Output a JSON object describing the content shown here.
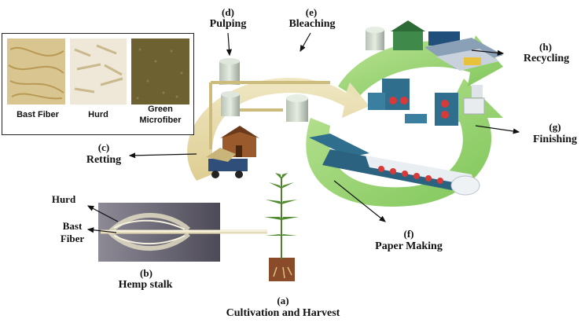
{
  "inset": {
    "labels": [
      "Bast Fiber",
      "Hurd",
      "Green",
      "Microfiber"
    ]
  },
  "stalk": {
    "hurd_label": "Hurd",
    "bast_label_1": "Bast",
    "bast_label_2": "Fiber"
  },
  "stages": {
    "a": {
      "letter": "(a)",
      "name": "Cultivation and Harvest"
    },
    "b": {
      "letter": "(b)",
      "name": "Hemp stalk"
    },
    "c": {
      "letter": "(c)",
      "name": "Retting"
    },
    "d": {
      "letter": "(d)",
      "name": "Pulping"
    },
    "e": {
      "letter": "(e)",
      "name": "Bleaching"
    },
    "f": {
      "letter": "(f)",
      "name": "Paper Making"
    },
    "g": {
      "letter": "(g)",
      "name": "Finishing"
    },
    "h": {
      "letter": "(h)",
      "name": "Recycling"
    }
  },
  "colors": {
    "green_arrow": "#8fcf5e",
    "tan_arrow": "#e6d9a8",
    "machine_blue": "#2f6e8c",
    "tank": "#c8d3c4"
  }
}
